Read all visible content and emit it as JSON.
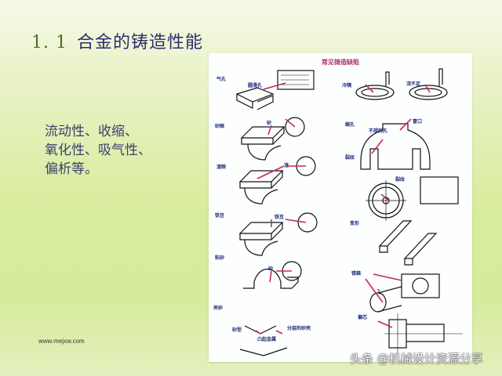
{
  "slide": {
    "title_number": "1. 1",
    "title_text": "合金的铸造性能",
    "bullets": [
      "流动性、收缩、",
      "氧化性、吸气性、",
      "偏析等。"
    ],
    "footer_url": "www.mejxw.com"
  },
  "figure": {
    "title": "常见铸造缺陷",
    "page_number": "3",
    "labels": {
      "gas_hole": "气孔",
      "smooth_hole": "圆滑孔",
      "cold_shut": "冷隔",
      "misrun": "浇不足",
      "sand_hole": "砂眼",
      "sand": "砂",
      "slag_hole": "渣眼",
      "slag": "渣",
      "shrinkage": "缩孔",
      "irregular_hole": "不规则孔",
      "riser": "冒口",
      "crack": "裂纹",
      "crack2": "裂纹",
      "iron_bean": "铁豆",
      "iron_bean2": "铁豆",
      "deformation": "变形",
      "sand_sticking": "粘砂",
      "sand2": "砂",
      "misalignment": "错箱",
      "sand_inclusion": "夹砂",
      "sand_mold": "砂型",
      "layered_sand_shell": "分层的砂壳",
      "protruding_metal": "凸起金属",
      "core_shift": "偏芯"
    }
  },
  "watermark": "头条 @机械设计资源分享",
  "colors": {
    "title": "#2d2d6b",
    "title_number": "#4d6b2e",
    "label": "#1c2a7a",
    "arrow": "#c8285f",
    "background": "#d8ec9e"
  }
}
